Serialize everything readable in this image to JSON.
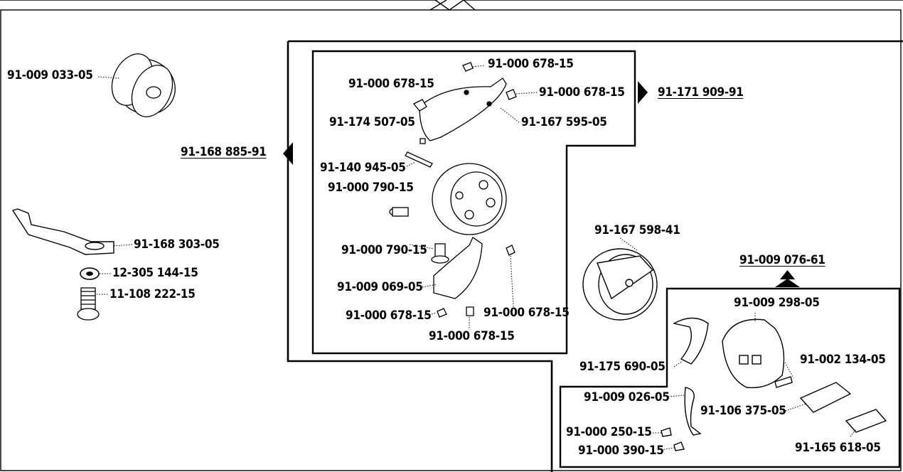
{
  "references": {
    "left": "91-168 885-91",
    "right": "91-171 909-91",
    "up": "91-009 076-61"
  },
  "parts": {
    "bobbin": "91-009 033-05",
    "plate": "91-168 303-05",
    "washer": "12-305 144-15",
    "screw_left": "11-108 222-15",
    "screw_top": "91-000 678-15",
    "screw_upper_left": "91-000 678-15",
    "screw_upper_right": "91-000 678-15",
    "pin": "91-174 507-05",
    "pin2": "91-167 595-05",
    "spring": "91-140 945-05",
    "screw_790_a": "91-000 790-15",
    "screw_790_b": "91-000 790-15",
    "gib": "91-009 069-05",
    "screw_bottom_a": "91-000 678-15",
    "screw_bottom_b": "91-000 678-15",
    "screw_bottom_c": "91-000 678-15",
    "hook_assembly": "91-167 598-41",
    "ring": "91-175 690-05",
    "bobbin_case": "91-009 298-05",
    "spring_coil": "91-002 134-05",
    "latch_spring": "91-009 026-05",
    "latch": "91-106 375-05",
    "screw_250": "91-000 250-15",
    "screw_390": "91-000 390-15",
    "lever": "91-165 618-05"
  }
}
